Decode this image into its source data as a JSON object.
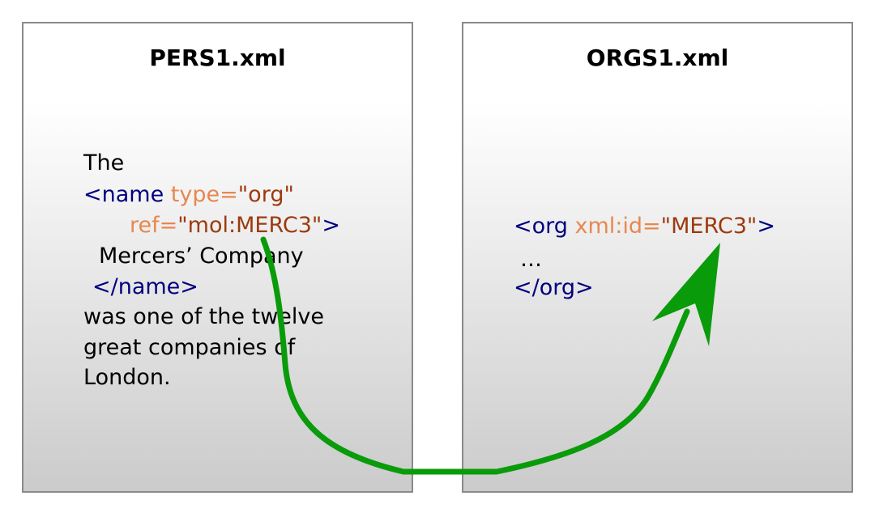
{
  "left_file": {
    "title": "PERS1.xml",
    "text_the": "The",
    "name_open_tag": "<name",
    "type_attr": "type=",
    "type_val": "\"org\"",
    "ref_attr": "ref=",
    "ref_val": "\"mol:MERC3\"",
    "tag_close": ">",
    "content": "Mercers’ Company",
    "name_close_tag": "</name>",
    "text_line_1": "was one of the twelve",
    "text_line_2": "great companies of",
    "text_line_3": "London."
  },
  "right_file": {
    "title": "ORGS1.xml",
    "org_open_tag": "<org",
    "id_attr": "xml:id=",
    "id_val": "\"MERC3\"",
    "tag_close": ">",
    "ellipsis": "…",
    "org_close_tag": "</org>"
  },
  "colors": {
    "tag": "#000080",
    "attribute": "#e8874f",
    "value": "#9c3a0e",
    "text": "#000000",
    "arrow": "#0a9b0a",
    "panel_border": "#8a8a8a"
  }
}
